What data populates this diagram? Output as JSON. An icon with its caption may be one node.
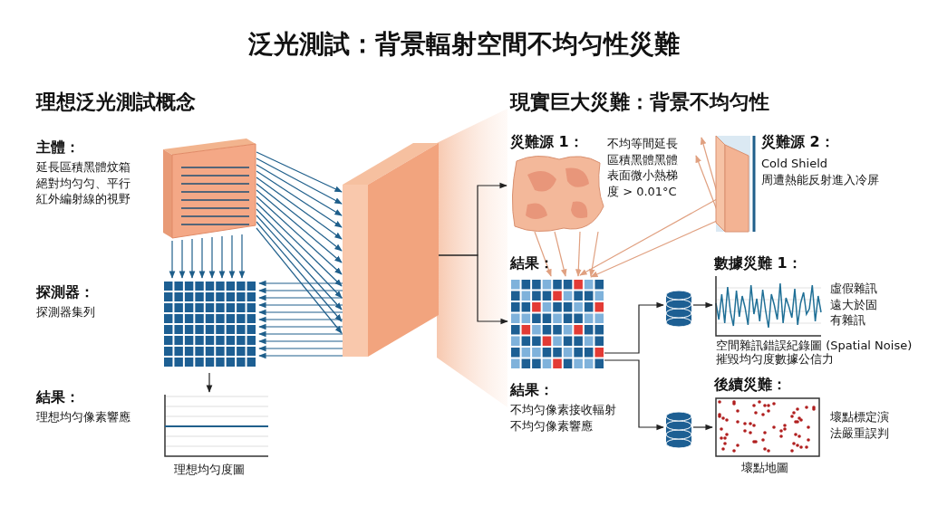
{
  "diagram": {
    "title": "泛光測試：背景輻射空間不均匀性災難",
    "nodes": [
      {
        "text": [],
        "shape": "box",
        "beside": [
          "主體：",
          "延長區積黑體炆箱絕對均匀匀、平行紅外編射線的視野"
        ]
      },
      {
        "text": [],
        "shape": "box"
      },
      {
        "text": [],
        "shape": "picture",
        "beside": [
          "探測器：",
          "探測器集列"
        ]
      },
      {
        "text": [],
        "shape": "picture",
        "beside": [
          "結果：",
          "理想均匀像素響應",
          "理想均匀度圖"
        ]
      },
      {
        "text": [],
        "shape": "cloud",
        "beside": [
          "災難源 1：",
          "不均等間延長區積黑體黑體表面微小熱梯度 > 0.01°C"
        ]
      },
      {
        "text": [],
        "shape": "box",
        "beside": [
          "災難源 2：",
          "Cold Shield",
          "周遭熱能反射進入冷屏"
        ]
      },
      {
        "text": [],
        "shape": "picture",
        "beside": [
          "結果：",
          "結果：",
          "不均匀像素接收輻射不均匀像素響應"
        ]
      },
      {
        "text": [],
        "shape": "cylinder"
      },
      {
        "text": [],
        "shape": "picture",
        "beside": [
          "數據災難 1：",
          "虛假雜訊遠大於固有雜訊",
          "空間雜訊錯誤紀錄圖 (Spatial Noise)",
          "摧毀均匀度數據公信力"
        ]
      },
      {
        "text": [],
        "shape": "cylinder"
      },
      {
        "text": [],
        "shape": "picture",
        "beside": [
          "後續災難：",
          "壞點標定演法嚴重誤判",
          "壞點地圖"
        ]
      }
    ],
    "edges": [
      {
        "from": 0,
        "to": 1,
        "arrow": "to",
        "color": "#1f5f8b"
      },
      {
        "from": 0,
        "to": 2,
        "arrow": "to",
        "color": "#1f5f8b"
      },
      {
        "from": 1,
        "to": 2,
        "arrow": "to",
        "color": "#1f5f8b"
      },
      {
        "from": 2,
        "to": 3,
        "arrow": "to"
      },
      {
        "from": 1,
        "to": 4,
        "arrow": "to"
      },
      {
        "from": 1,
        "to": 6,
        "arrow": "to"
      },
      {
        "from": 4,
        "to": 6,
        "arrow": "to",
        "color": "#e0a080"
      },
      {
        "from": 5,
        "to": 6,
        "arrow": "to",
        "color": "#e0a080"
      },
      {
        "from": 5,
        "to": null,
        "arrow": "to",
        "color": "#e0a080"
      },
      {
        "from": 6,
        "to": 7,
        "arrow": "to"
      },
      {
        "from": 6,
        "to": 9,
        "arrow": "to"
      },
      {
        "from": 7,
        "to": 8,
        "arrow": "to"
      },
      {
        "from": 9,
        "to": 10,
        "arrow": "to"
      }
    ],
    "labels": [
      "理想泛光測試概念",
      "現實巨大災難：背景不均匀性"
    ]
  }
}
